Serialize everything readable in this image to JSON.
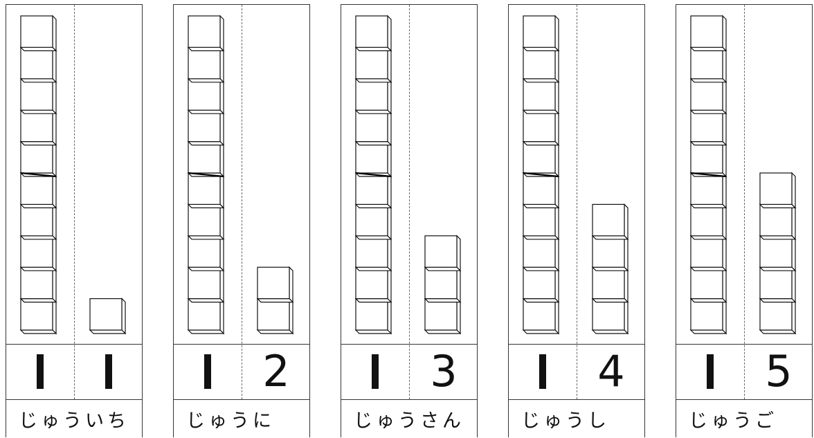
{
  "cards": [
    {
      "tens": "1",
      "ones": "1",
      "word": "じゅういち",
      "tens_blocks": 10,
      "ones_blocks": 1
    },
    {
      "tens": "1",
      "ones": "2",
      "word": "じゅうに",
      "tens_blocks": 10,
      "ones_blocks": 2
    },
    {
      "tens": "1",
      "ones": "3",
      "word": "じゅうさん",
      "tens_blocks": 10,
      "ones_blocks": 3
    },
    {
      "tens": "1",
      "ones": "4",
      "word": "じゅうし",
      "tens_blocks": 10,
      "ones_blocks": 4
    },
    {
      "tens": "1",
      "ones": "5",
      "word": "じゅうご",
      "tens_blocks": 10,
      "ones_blocks": 5
    }
  ]
}
